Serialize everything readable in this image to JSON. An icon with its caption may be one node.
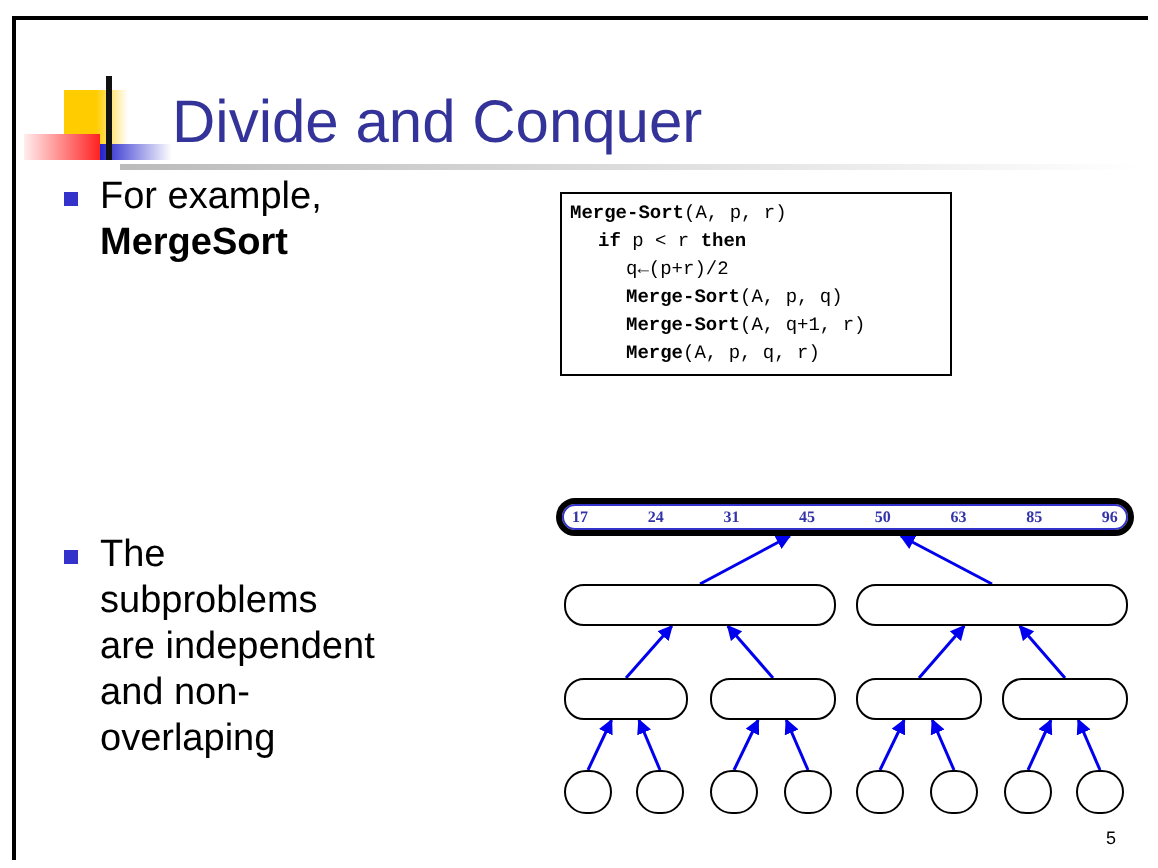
{
  "diagram": {
    "title": "Divide and Conquer",
    "nodes": [
      {
        "text": [
          "17",
          "24",
          "31",
          "45",
          "50",
          "63",
          "85",
          "96"
        ]
      },
      {
        "text": [],
        "shape": "box"
      },
      {
        "text": [],
        "shape": "box"
      },
      {
        "text": [],
        "shape": "box"
      },
      {
        "text": [],
        "shape": "box"
      },
      {
        "text": [],
        "shape": "box"
      },
      {
        "text": [],
        "shape": "box"
      },
      {
        "text": [],
        "shape": "circle"
      },
      {
        "text": [],
        "shape": "circle"
      },
      {
        "text": [],
        "shape": "circle"
      },
      {
        "text": [],
        "shape": "circle"
      },
      {
        "text": [],
        "shape": "circle"
      },
      {
        "text": [],
        "shape": "circle"
      },
      {
        "text": [],
        "shape": "circle"
      },
      {
        "text": [],
        "shape": "circle"
      },
      {
        "text": [
          "**Merge-Sort**(A, p, r)",
          "**if** p < r **then**",
          "q←(p+r)/2",
          "**Merge-Sort**(A, p, q)",
          "**Merge-Sort**(A, q+1, r)",
          "**Merge**(A, p, q, r)"
        ]
      }
    ],
    "edges": [
      {
        "from": 1,
        "to": 0,
        "arrow": "to"
      },
      {
        "from": 2,
        "to": 0,
        "arrow": "to"
      },
      {
        "from": 3,
        "to": 1,
        "arrow": "to"
      },
      {
        "from": 4,
        "to": 1,
        "arrow": "to"
      },
      {
        "from": 5,
        "to": 2,
        "arrow": "to"
      },
      {
        "from": 6,
        "to": 2,
        "arrow": "to"
      },
      {
        "from": 7,
        "to": 3,
        "arrow": "to"
      },
      {
        "from": 8,
        "to": 3,
        "arrow": "to"
      },
      {
        "from": 9,
        "to": 4,
        "arrow": "to"
      },
      {
        "from": 10,
        "to": 4,
        "arrow": "to"
      },
      {
        "from": 11,
        "to": 5,
        "arrow": "to"
      },
      {
        "from": 12,
        "to": 5,
        "arrow": "to"
      },
      {
        "from": 13,
        "to": 6,
        "arrow": "to"
      },
      {
        "from": 14,
        "to": 6,
        "arrow": "to"
      }
    ],
    "labels": [
      "For example, **MergeSort**",
      "The subproblems are independent and non-overlaping",
      "5"
    ]
  }
}
